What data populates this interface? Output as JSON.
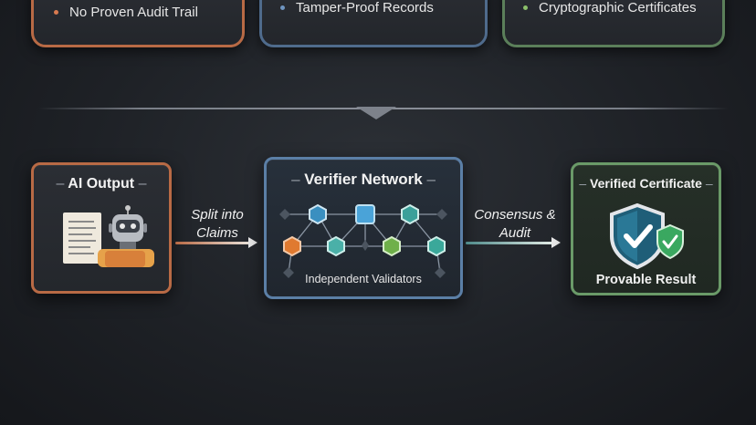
{
  "top_cards": [
    {
      "text": "No Proven Audit Trail",
      "border": "#b86a45",
      "bullet": "#d87a50"
    },
    {
      "text": "Tamper-Proof Records",
      "border": "#4f6b8c",
      "bullet": "#6f95c0"
    },
    {
      "text": "Cryptographic Certificates",
      "border": "#5b7f5a",
      "bullet": "#8cc06a"
    }
  ],
  "steps": {
    "ai_output": {
      "title": "AI Output",
      "border": "#b86a45"
    },
    "verifier": {
      "title": "Verifier Network",
      "caption": "Independent Validators",
      "border": "#5b7fa6"
    },
    "certificate": {
      "title": "Verified Certificate",
      "caption": "Provable Result",
      "border": "#6a9a68"
    }
  },
  "flows": {
    "split": {
      "line1": "Split into",
      "line2": "Claims"
    },
    "consensus": {
      "line1": "Consensus &",
      "line2": "Audit"
    }
  },
  "dash": "–"
}
